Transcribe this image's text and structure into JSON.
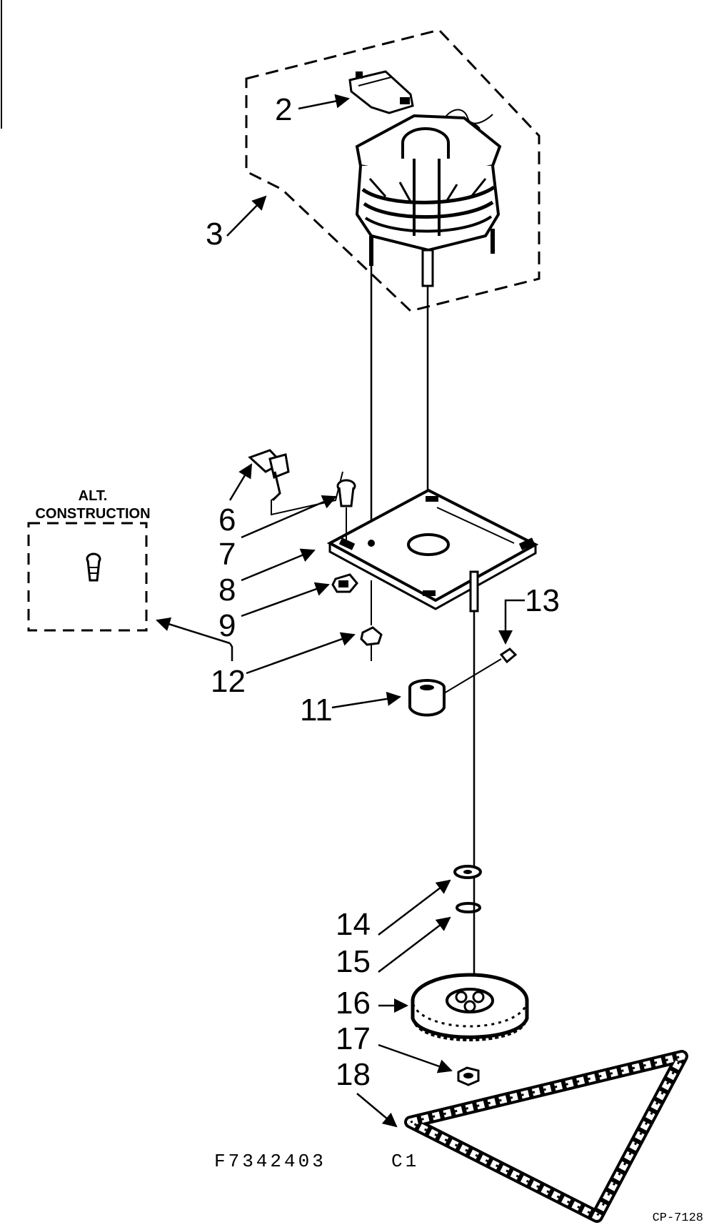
{
  "diagram": {
    "parts": [
      {
        "id": "2",
        "label": "2"
      },
      {
        "id": "3",
        "label": "3"
      },
      {
        "id": "6",
        "label": "6"
      },
      {
        "id": "7",
        "label": "7"
      },
      {
        "id": "8",
        "label": "8"
      },
      {
        "id": "9",
        "label": "9"
      },
      {
        "id": "11",
        "label": "11"
      },
      {
        "id": "12",
        "label": "12"
      },
      {
        "id": "13",
        "label": "13"
      },
      {
        "id": "14",
        "label": "14"
      },
      {
        "id": "15",
        "label": "15"
      },
      {
        "id": "16",
        "label": "16"
      },
      {
        "id": "17",
        "label": "17"
      },
      {
        "id": "18",
        "label": "18"
      }
    ],
    "alt_construction": {
      "line1": "ALT.",
      "line2": "CONSTRUCTION"
    },
    "footer": {
      "model_code": "F7342403",
      "sheet": "C1",
      "drawing_code": "CP-7128"
    }
  }
}
